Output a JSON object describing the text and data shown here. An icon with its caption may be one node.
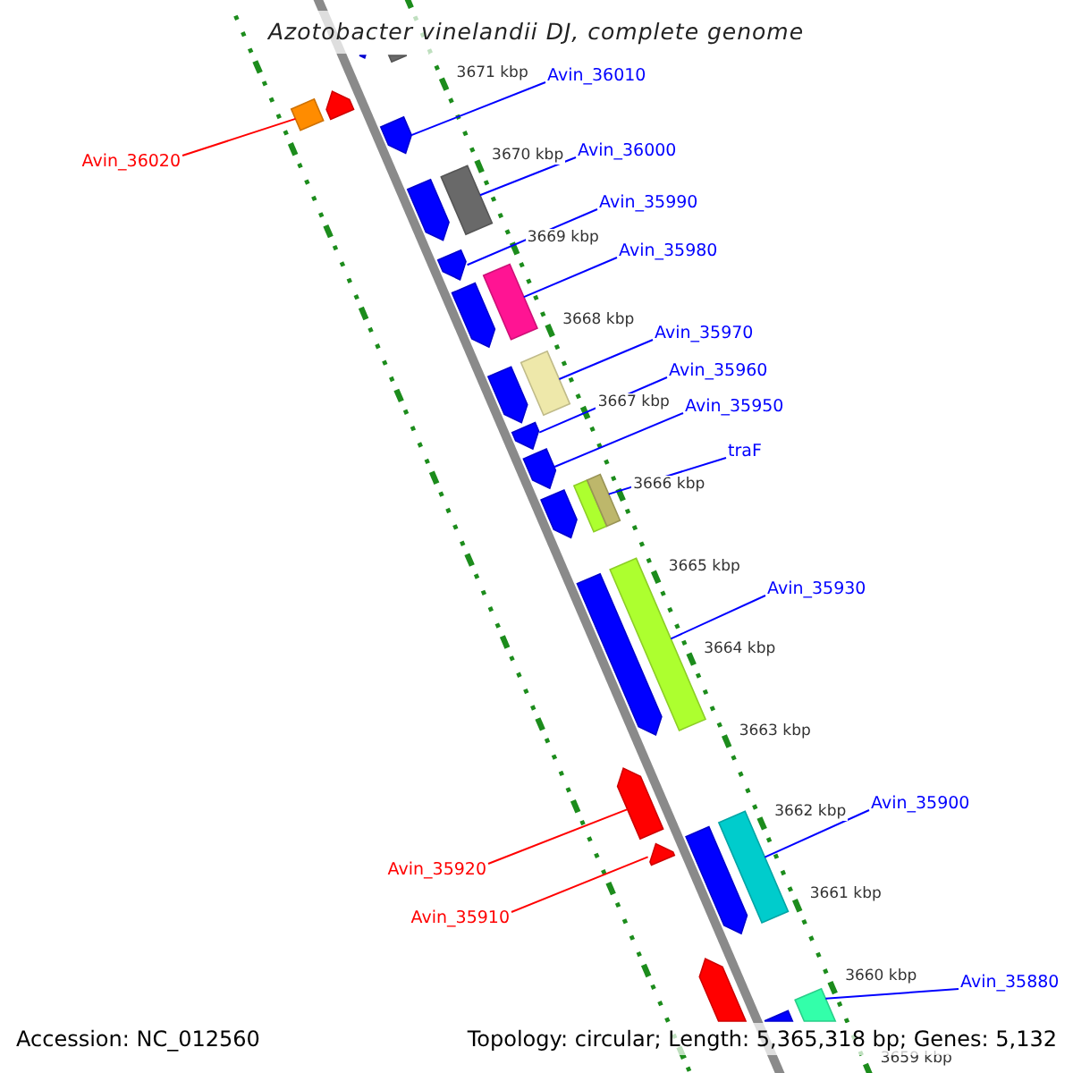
{
  "diagram": {
    "title": "Azotobacter vinelandii DJ, complete genome",
    "nodes": [
      {
        "text": [
          "Avin_36010"
        ]
      },
      {
        "text": [
          "Avin_36000"
        ]
      },
      {
        "text": [
          "Avin_36020"
        ]
      },
      {
        "text": [
          "Avin_35990"
        ]
      },
      {
        "text": [
          "Avin_35980"
        ]
      },
      {
        "text": [
          "Avin_35970"
        ]
      },
      {
        "text": [
          "Avin_35960"
        ]
      },
      {
        "text": [
          "Avin_35950"
        ]
      },
      {
        "text": [
          "traF"
        ]
      },
      {
        "text": [
          "Avin_35930"
        ]
      },
      {
        "text": [
          "Avin_35900"
        ]
      },
      {
        "text": [
          "Avin_35920"
        ]
      },
      {
        "text": [
          "Avin_35910"
        ]
      },
      {
        "text": [
          "Avin_35880"
        ]
      },
      {
        "text": [],
        "shape": "pentagon"
      },
      {
        "text": [],
        "shape": "box"
      },
      {
        "text": [],
        "shape": "pentagon"
      },
      {
        "text": [],
        "shape": "box"
      },
      {
        "text": [],
        "shape": "pentagon"
      },
      {
        "text": [],
        "shape": "pentagon"
      },
      {
        "text": [],
        "shape": "box"
      },
      {
        "text": [],
        "shape": "pentagon"
      },
      {
        "text": [],
        "shape": "box"
      },
      {
        "text": [],
        "shape": "pentagon"
      },
      {
        "text": [],
        "shape": "pentagon"
      },
      {
        "text": [],
        "shape": "box"
      },
      {
        "text": [],
        "shape": "pentagon"
      },
      {
        "text": [],
        "shape": "pentagon"
      },
      {
        "text": [],
        "shape": "pentagon"
      },
      {
        "text": [],
        "shape": "box"
      },
      {
        "text": [],
        "shape": "box"
      },
      {
        "text": [],
        "shape": "pentagon"
      },
      {
        "text": [],
        "shape": "box"
      },
      {
        "text": [],
        "shape": "pentagon"
      },
      {
        "text": [],
        "shape": "pentagon"
      },
      {
        "text": [],
        "shape": "pentagon"
      },
      {
        "text": [],
        "shape": "box"
      },
      {
        "text": [],
        "shape": "pentagon"
      },
      {
        "text": [],
        "shape": "box"
      },
      {
        "text": [],
        "shape": "pentagon"
      }
    ],
    "edges": [
      {
        "from": 0,
        "to": 18,
        "arrow": "none"
      },
      {
        "from": 1,
        "to": 20,
        "arrow": "none"
      },
      {
        "from": 2,
        "to": 17,
        "arrow": "none",
        "color": "#ff0000"
      },
      {
        "from": 3,
        "to": 21,
        "arrow": "none"
      },
      {
        "from": 4,
        "to": 22,
        "arrow": "none"
      },
      {
        "from": 5,
        "to": 25,
        "arrow": "none"
      },
      {
        "from": 6,
        "to": 26,
        "arrow": "none"
      },
      {
        "from": 7,
        "to": 27,
        "arrow": "none"
      },
      {
        "from": 8,
        "to": 30,
        "arrow": "none"
      },
      {
        "from": 9,
        "to": 32,
        "arrow": "none"
      },
      {
        "from": 10,
        "to": 36,
        "arrow": "none"
      },
      {
        "from": 11,
        "to": 33,
        "arrow": "none",
        "color": "#ff0000"
      },
      {
        "from": 12,
        "to": 34,
        "arrow": "none",
        "color": "#ff0000"
      },
      {
        "from": 13,
        "to": 38,
        "arrow": "none"
      }
    ],
    "labels": [
      "3671 kbp",
      "3670 kbp",
      "3669 kbp",
      "3668 kbp",
      "3667 kbp",
      "3666 kbp",
      "3665 kbp",
      "3664 kbp",
      "3663 kbp",
      "3662 kbp",
      "3661 kbp",
      "3660 kbp",
      "3659 kbp",
      "Accession: NC_012560",
      "Topology: circular; Length: 5,365,318 bp; Genes: 5,132"
    ]
  }
}
